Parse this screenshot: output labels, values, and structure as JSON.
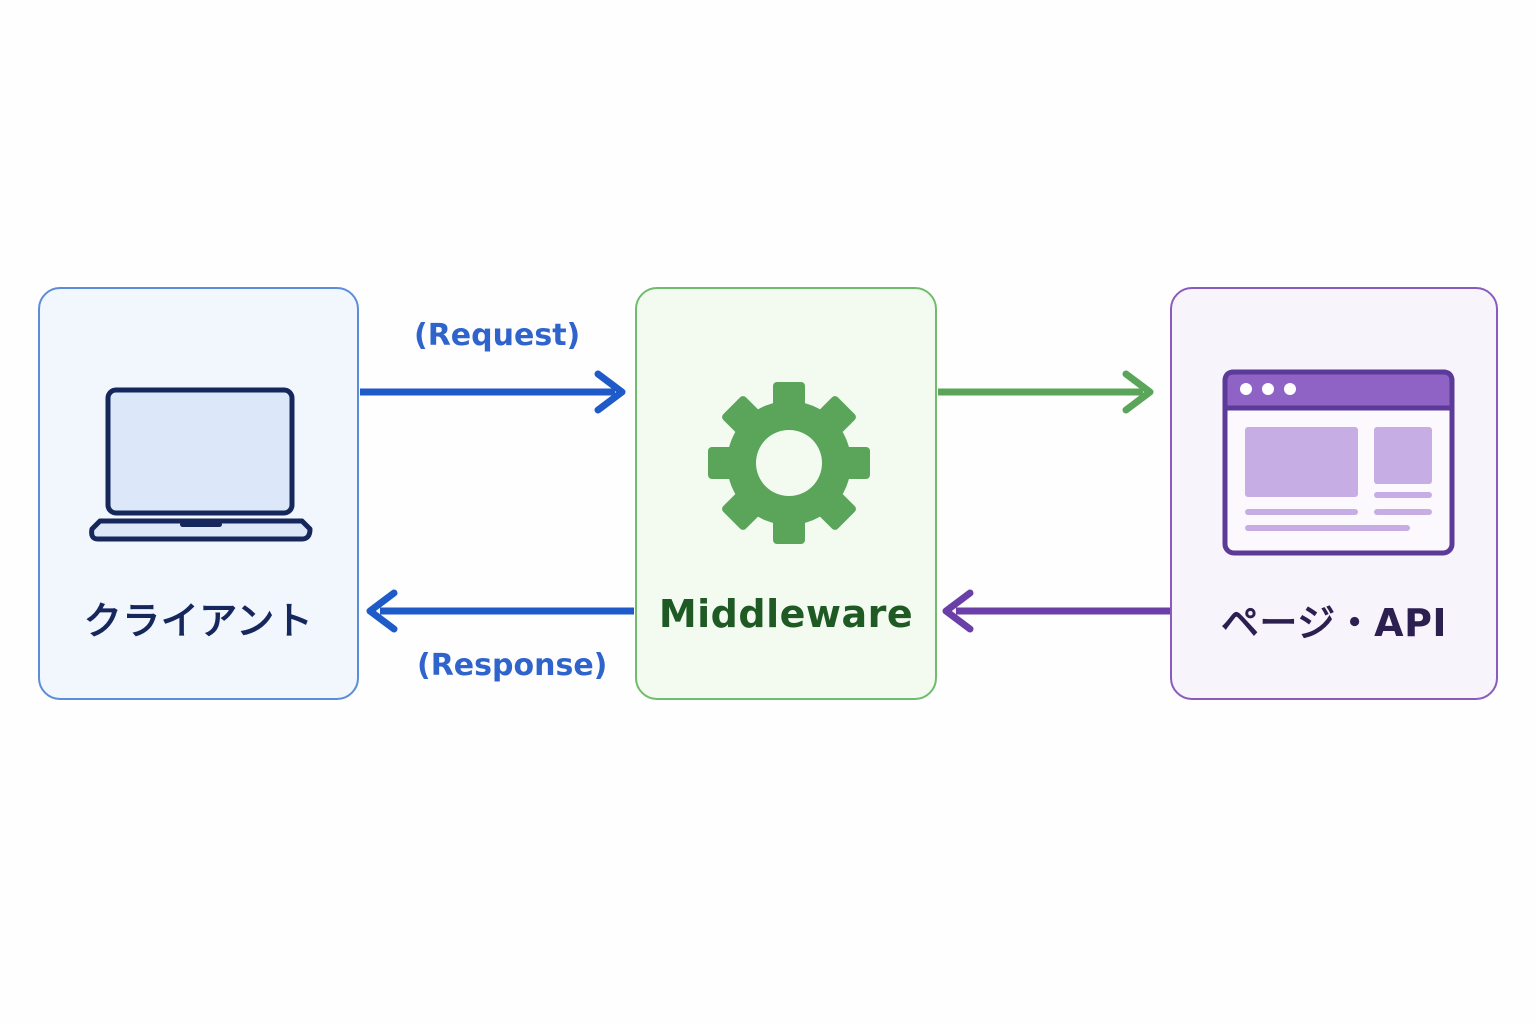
{
  "nodes": {
    "client": {
      "label": "クライアント",
      "icon": "laptop-icon"
    },
    "middleware": {
      "label": "Middleware",
      "icon": "gear-icon"
    },
    "target": {
      "label": "ページ・API",
      "icon": "browser-window-icon"
    }
  },
  "edges": {
    "request": {
      "label": "(Request)",
      "from": "client",
      "to": "middleware"
    },
    "forward": {
      "label": "",
      "from": "middleware",
      "to": "target"
    },
    "return": {
      "label": "",
      "from": "target",
      "to": "middleware"
    },
    "response": {
      "label": "(Response)",
      "from": "middleware",
      "to": "client"
    }
  },
  "colors": {
    "client": "#1f5bc8",
    "middleware": "#5aa55a",
    "target": "#6a3fa8",
    "edge_label": "#2f64cc"
  }
}
